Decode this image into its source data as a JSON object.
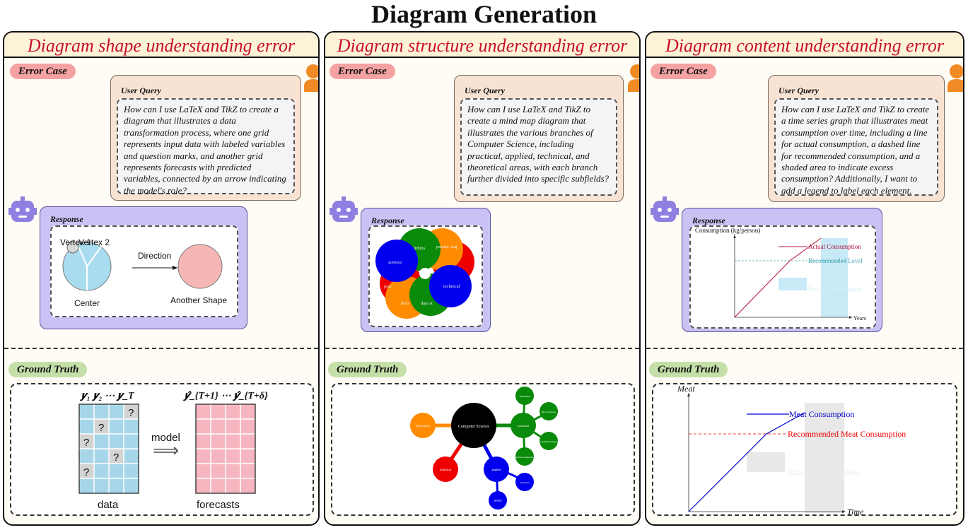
{
  "title": "Diagram Generation",
  "panels": [
    {
      "header": "Diagram shape understanding error",
      "error_tag": "Error Case",
      "query_title": "User Query",
      "query_text": "How can I use LaTeX and TikZ to create a diagram that illustrates a data transformation process, where one grid represents input data with labeled variables and question marks, and another grid represents forecasts with predicted variables, connected by an arrow indicating the model's role?",
      "response_title": "Response",
      "truth_tag": "Ground Truth",
      "response_diagram": {
        "vertex1": "Vertex 1",
        "vertex2": "Vertex 2",
        "direction": "Direction",
        "center": "Center",
        "another_shape": "Another Shape"
      },
      "truth_diagram": {
        "left_header": "𝒚₁ 𝒚₂ ⋯ 𝒚_T",
        "right_header": "𝒚̂_{T+1} ⋯ 𝒚̂_{T+δ}",
        "model": "model",
        "arrow": "⟹",
        "data": "data",
        "forecasts": "forecasts",
        "question_mark": "?"
      }
    },
    {
      "header": "Diagram structure understanding error",
      "error_tag": "Error Case",
      "query_title": "User Query",
      "query_text": "How can I use LaTeX and TikZ to create a mind map diagram that illustrates the various branches of Computer Science, including practical, applied, technical, and theoretical areas, with each branch further divided into specific subfields?",
      "response_title": "Response",
      "truth_tag": "Ground Truth",
      "response_diagram": {
        "n_algorithms": "lithms",
        "n_practical": "practic. ing",
        "n_science": "science",
        "n_technical": "technical",
        "n_theo": "theo",
        "n_data": "data st",
        "n_prac": "prac"
      },
      "truth_diagram": {
        "center": "Computer Science",
        "theoretical": "theoretical",
        "technical": "technical",
        "applied": "applied",
        "practical": "practical",
        "algorithms": "algorithms",
        "data_structures": "data structures",
        "programming": "pro-gramming languages",
        "software": "software engineering",
        "databases": "databases",
        "www": "WWW"
      }
    },
    {
      "header": "Diagram content understanding error",
      "error_tag": "Error Case",
      "query_title": "User Query",
      "query_text": "How can I use LaTeX and TikZ to create a time series graph that illustrates meat consumption over time, including a line for actual consumption, a dashed line for recommended consumption, and a shaded area to indicate excess consumption? Additionally, I want to add a legend to label each element.",
      "response_title": "Response",
      "truth_tag": "Ground Truth",
      "response_diagram": {
        "ylabel": "Consumption (kg/person)",
        "xlabel": "Years",
        "actual": "Actual Consumption",
        "recommended": "Recommended Level",
        "excess": "Excess Consumption"
      },
      "truth_diagram": {
        "ylabel": "Meat",
        "xlabel": "Time",
        "actual": "Meat Consumption",
        "recommended": "Recommended Meat Consumption",
        "excess": "Excess Consumption"
      }
    }
  ],
  "colors": {
    "header_text": "#c8102e",
    "error_tag": "#f5a2a2",
    "truth_tag": "#c4e0a8",
    "query_bg": "#f8e3d3",
    "response_bg": "#c9c2f4",
    "user_icon": "#f08a24",
    "bot_icon": "#8f7fe0",
    "green": "#0a8a0a",
    "blue": "#0000ee",
    "red": "#ee0000",
    "orange": "#ff8c00"
  }
}
